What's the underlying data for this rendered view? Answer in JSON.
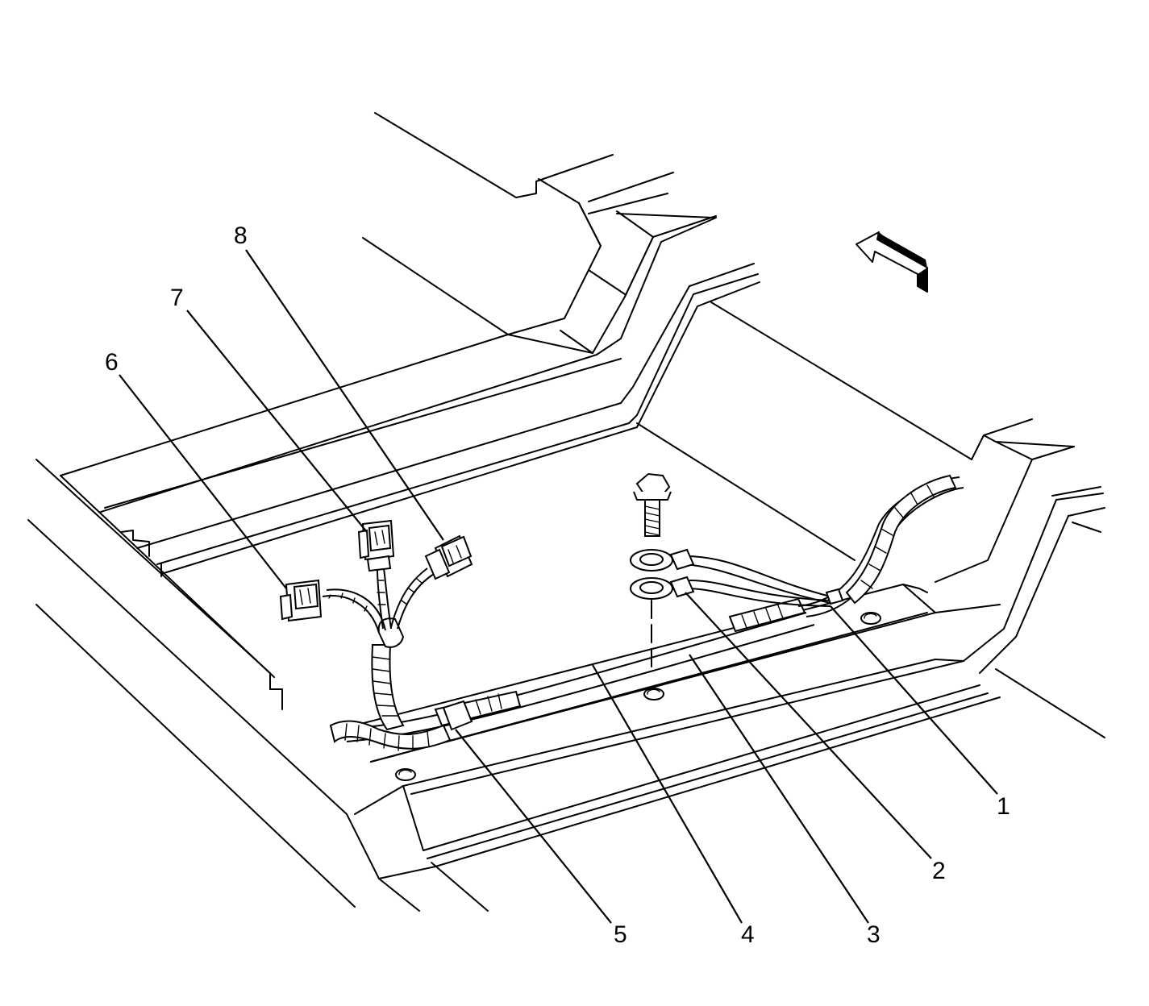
{
  "callouts": [
    {
      "id": "1",
      "label": "1"
    },
    {
      "id": "2",
      "label": "2"
    },
    {
      "id": "3",
      "label": "3"
    },
    {
      "id": "4",
      "label": "4"
    },
    {
      "id": "5",
      "label": "5"
    },
    {
      "id": "6",
      "label": "6"
    },
    {
      "id": "7",
      "label": "7"
    },
    {
      "id": "8",
      "label": "8"
    }
  ],
  "colors": {
    "line": "#000000",
    "background": "#ffffff"
  },
  "icons": {
    "direction_arrow": "forward-arrow-icon"
  }
}
